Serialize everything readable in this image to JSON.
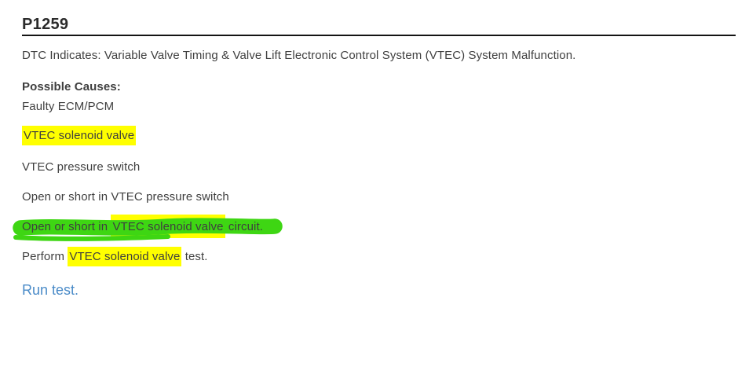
{
  "colors": {
    "title_text": "#2b2b2b",
    "body_text": "#3f3f3f",
    "rule_color": "#141414",
    "highlight_yellow": "#ffff00",
    "marker_green": "#3ed613",
    "link_blue": "#4a8bc8"
  },
  "doc": {
    "title": "P1259",
    "dtc_description": "DTC Indicates: Variable Valve Timing & Valve Lift Electronic Control System (VTEC) System Malfunction.",
    "possible_causes_heading": "Possible Causes:",
    "cause_faulty": "Faulty ECM/PCM",
    "cause_solenoid_valve": "VTEC solenoid valve",
    "cause_pressure_switch": "VTEC pressure switch",
    "cause_open_short_pressure": "Open or short in VTEC pressure switch",
    "cause_open_short_solenoid": {
      "pre": "Open or short in ",
      "highlighted": "VTEC solenoid valve",
      "post": " circuit."
    },
    "perform": {
      "pre": "Perform ",
      "highlighted": "VTEC solenoid valve",
      "post": " test."
    },
    "run_test": "Run test."
  }
}
